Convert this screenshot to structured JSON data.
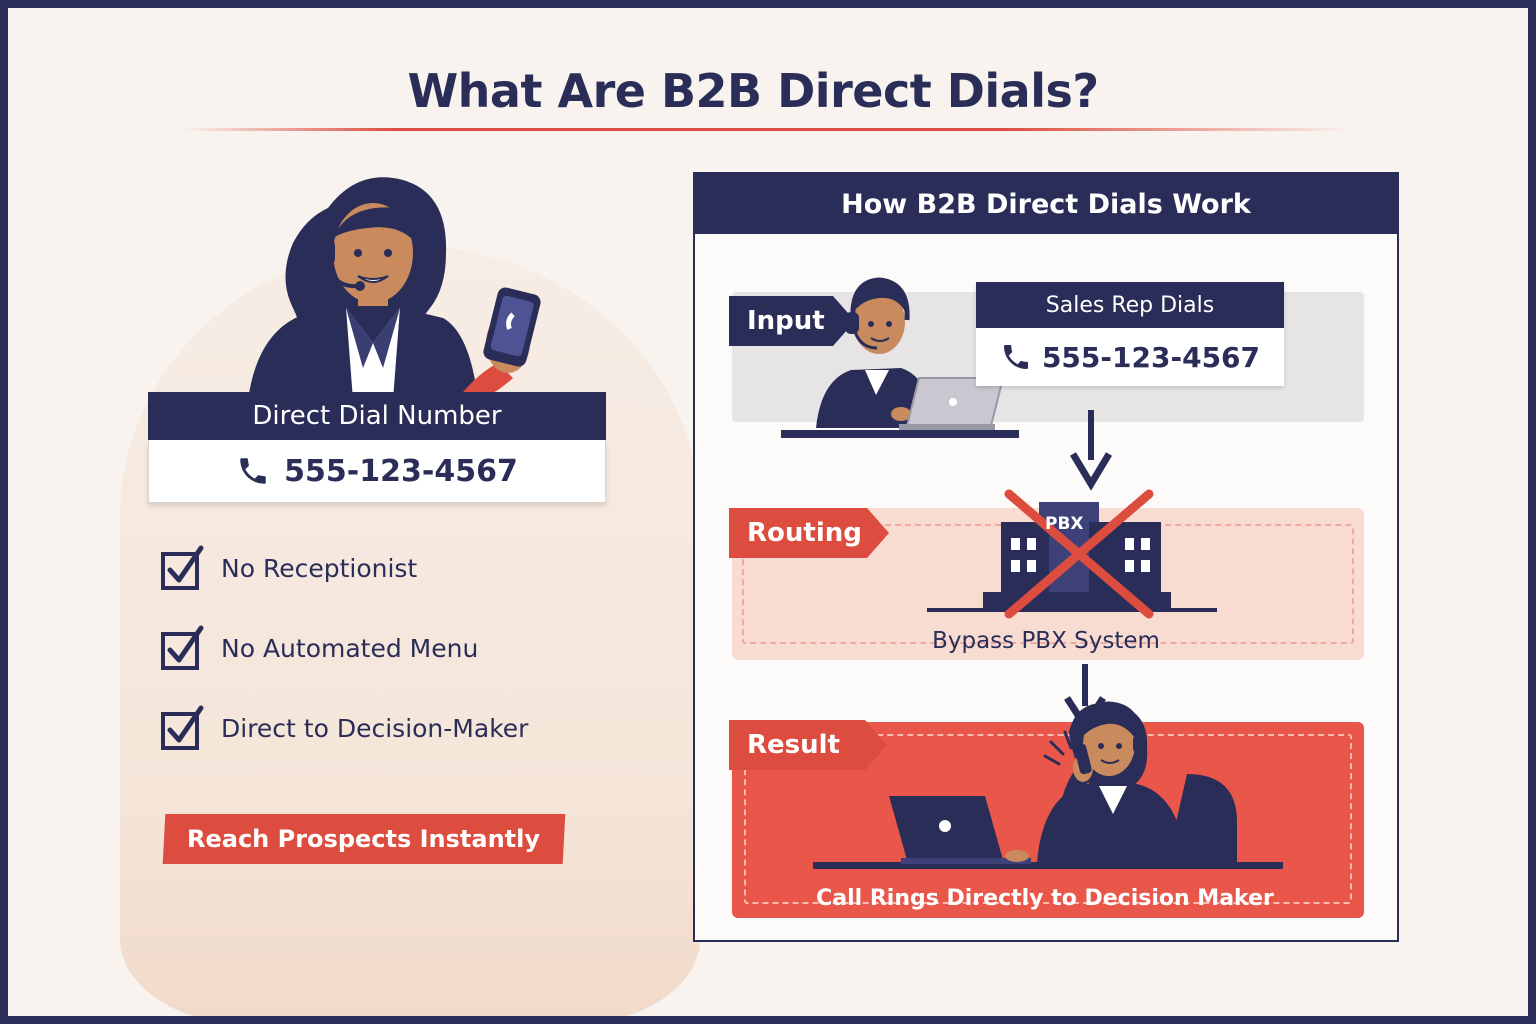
{
  "title": "What Are B2B Direct Dials?",
  "left": {
    "dial_header": "Direct Dial Number",
    "dial_number": "555-123-4567",
    "checklist": [
      "No Receptionist",
      "No Automated Menu",
      "Direct to Decision-Maker"
    ],
    "cta": "Reach Prospects Instantly"
  },
  "panel": {
    "header": "How B2B Direct Dials Work",
    "input": {
      "tag": "Input",
      "rep_header": "Sales Rep Dials",
      "rep_number": "555-123-4567"
    },
    "routing": {
      "tag": "Routing",
      "building_label": "PBX",
      "caption": "Bypass PBX System"
    },
    "result": {
      "tag": "Result",
      "caption": "Call Rings Directly to Decision Maker"
    }
  },
  "colors": {
    "navy": "#2a2d57",
    "red": "#dd4d3f",
    "cream": "#f8f3ee"
  },
  "icons": [
    "phone-icon",
    "checkbox-checked-icon",
    "arrow-down-icon",
    "laptop-icon",
    "building-icon",
    "cross-icon",
    "headset-icon"
  ]
}
